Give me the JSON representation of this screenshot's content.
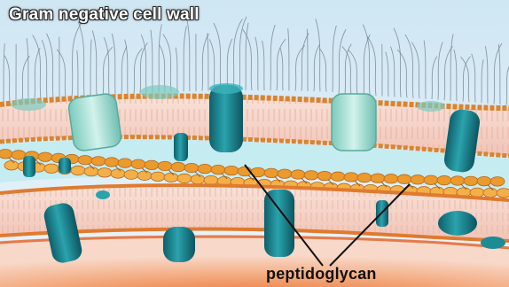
{
  "diagram": {
    "title": "Gram negative cell wall",
    "structures": [
      {
        "name": "lipopolysaccharide chains"
      },
      {
        "name": "outer membrane"
      },
      {
        "name": "peptidoglycan layer"
      },
      {
        "name": "inner membrane"
      },
      {
        "name": "membrane proteins"
      }
    ],
    "labels": [
      {
        "text": "peptidoglycan",
        "points_to": "peptidoglycan layer"
      }
    ],
    "colors": {
      "background": "#dfeef7",
      "membrane_pink": "#f6d2c7",
      "membrane_orange": "#e0803a",
      "protein_teal": "#1d8a96",
      "protein_light": "#a8e0d6",
      "peptidoglycan": "#f2a032",
      "periplasm": "#c4ecf1"
    }
  }
}
